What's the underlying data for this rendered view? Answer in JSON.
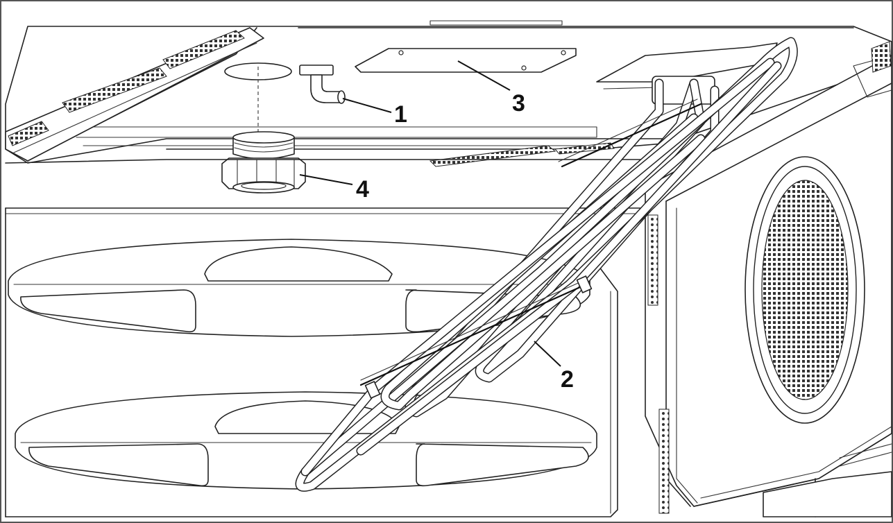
{
  "diagram": {
    "callouts": {
      "c1": "1",
      "c2": "2",
      "c3": "3",
      "c4": "4"
    },
    "colors": {
      "line": "#222222",
      "background": "#ffffff",
      "mesh": "#333333"
    },
    "icons": {
      "elbow": "elbow-connector-icon",
      "nut": "hex-nut-icon"
    }
  }
}
